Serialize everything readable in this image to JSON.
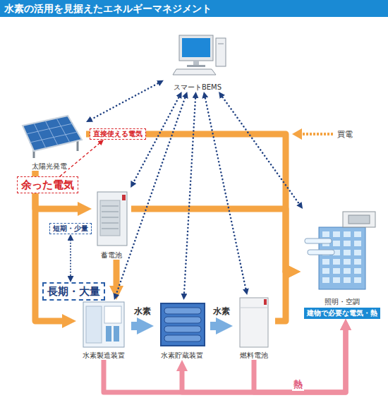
{
  "diagram": {
    "title": "水素の活用を見据えたエネルギーマネジメント",
    "nodes": [
      {
        "text": [
          "スマートBEMS"
        ]
      },
      {
        "text": [
          "太陽光発電"
        ]
      },
      {
        "text": [
          "直接使える電気"
        ]
      },
      {
        "text": [
          "余った電気"
        ]
      },
      {
        "text": [
          "蓄電池"
        ]
      },
      {
        "text": [
          "短期・少量"
        ]
      },
      {
        "text": [
          "長期・大量"
        ]
      },
      {
        "text": [
          "水素製造装置"
        ]
      },
      {
        "text": [
          "水素貯蔵装置"
        ]
      },
      {
        "text": [
          "燃料電池"
        ]
      },
      {
        "text": [
          "照明・空調",
          "建物で必要な電気・熱"
        ]
      }
    ],
    "edges": [
      {
        "from": 1,
        "to": 10,
        "arrow": "to"
      },
      {
        "from": 1,
        "to": 4,
        "arrow": "to"
      },
      {
        "from": 1,
        "to": 7,
        "arrow": "to"
      },
      {
        "from": 4,
        "to": 10,
        "arrow": "to"
      },
      {
        "from": 4,
        "to": 7,
        "arrow": "to"
      },
      {
        "from": 9,
        "to": 10,
        "arrow": "to"
      },
      {
        "from": 7,
        "to": 8,
        "label": "水素",
        "arrow": "to"
      },
      {
        "from": 8,
        "to": 9,
        "label": "水素",
        "arrow": "to"
      },
      {
        "from": 7,
        "to": 10,
        "arrow": "to"
      },
      {
        "from": 8,
        "to": 10,
        "arrow": "both"
      },
      {
        "from": 9,
        "to": 10,
        "arrow": "to"
      },
      {
        "from": 0,
        "to": 1,
        "arrow": "both"
      },
      {
        "from": 0,
        "to": 4,
        "arrow": "both"
      },
      {
        "from": 0,
        "to": 7,
        "arrow": "both"
      },
      {
        "from": 0,
        "to": 8,
        "arrow": "both"
      },
      {
        "from": 0,
        "to": 9,
        "arrow": "both"
      },
      {
        "from": 0,
        "to": 10,
        "arrow": "both"
      },
      {
        "from": 3,
        "to": 2,
        "arrow": "to"
      },
      {
        "from": 5,
        "to": 6,
        "arrow": "both"
      }
    ],
    "labels": [
      "買電",
      "熱"
    ]
  }
}
